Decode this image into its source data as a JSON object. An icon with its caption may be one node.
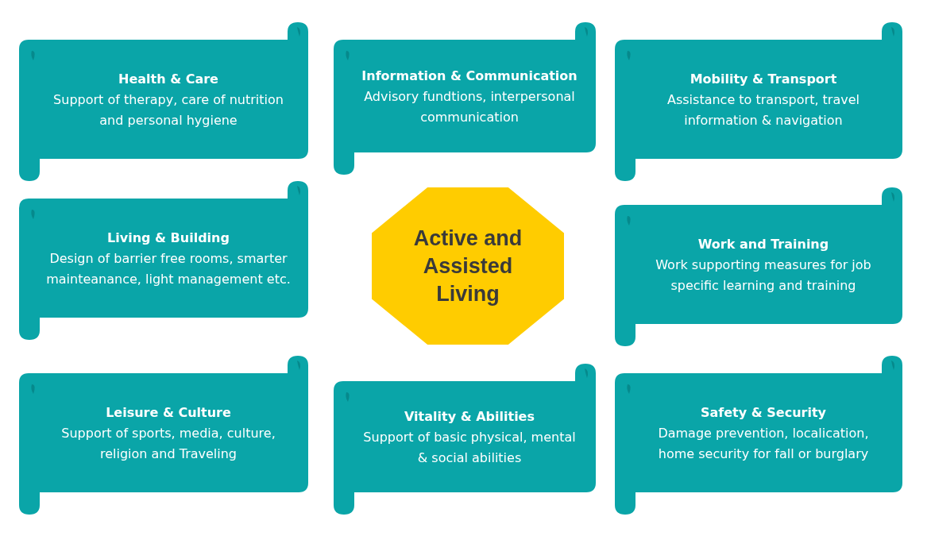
{
  "diagram": {
    "nodes": [
      {
        "text": [
          "Health & Care",
          "Support of therapy, care of nutrition and personal hygiene"
        ]
      },
      {
        "text": [
          "Information & Communication",
          "Advisory fundtions, interpersonal communication"
        ]
      },
      {
        "text": [
          "Mobility & Transport",
          "Assistance to transport, travel information & navigation"
        ]
      },
      {
        "text": [
          "Living & Building",
          "Design of barrier free rooms, smarter mainteanance, light management etc."
        ]
      },
      {
        "text": [
          "Active and Assisted Living"
        ]
      },
      {
        "text": [
          "Work and Training",
          "Work supporting measures for job specific learning and training"
        ]
      },
      {
        "text": [
          "Leisure & Culture",
          "Support of sports, media, culture, religion and Traveling"
        ]
      },
      {
        "text": [
          "Vitality & Abilities",
          "Support of basic physical, mental & social abilities"
        ]
      },
      {
        "text": [
          "Safety & Security",
          "Damage prevention, localication, home security for fall or burglary"
        ]
      }
    ],
    "edges": []
  }
}
